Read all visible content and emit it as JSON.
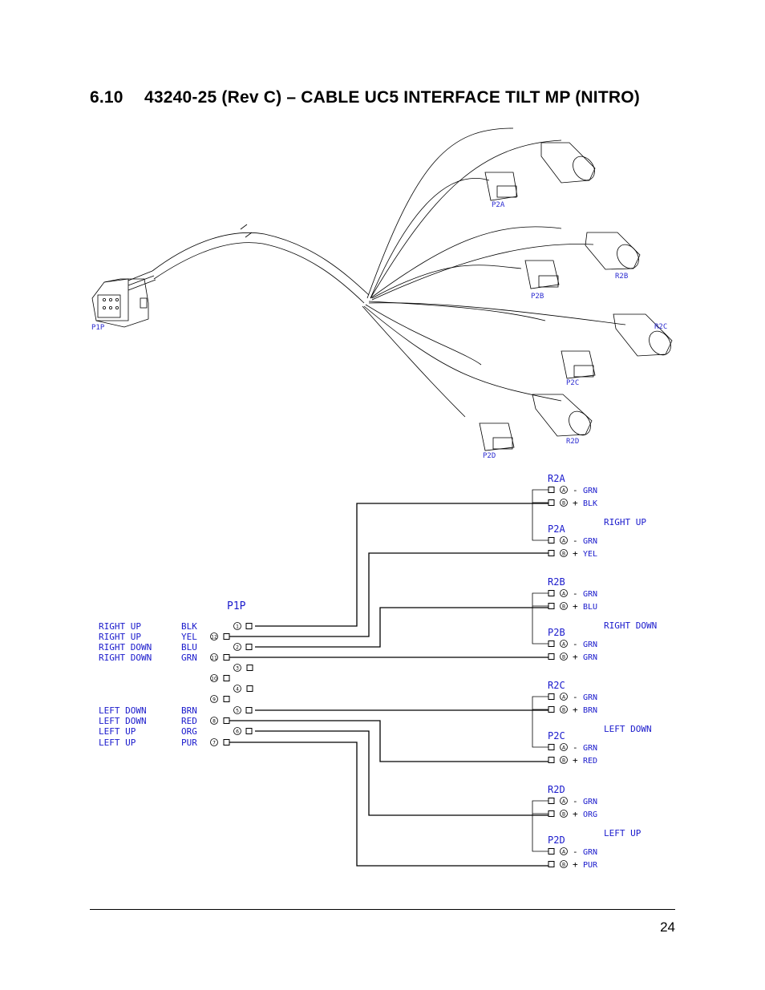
{
  "header": {
    "section_number": "6.10",
    "title_text": "43240-25 (Rev C) – CABLE UC5 INTERFACE TILT MP (NITRO)"
  },
  "illustration": {
    "connector_labels": {
      "p1p": "P1P",
      "p2a": "P2A",
      "p2b": "P2B",
      "r2b": "R2B",
      "p2c": "P2C",
      "r2c": "R2C",
      "p2d": "P2D",
      "r2d": "R2D"
    }
  },
  "schematic": {
    "p1p_title": "P1P",
    "left_rows": [
      {
        "function": "RIGHT UP",
        "color": "BLK",
        "pin": "1"
      },
      {
        "function": "RIGHT UP",
        "color": "YEL",
        "pin": "12"
      },
      {
        "function": "RIGHT DOWN",
        "color": "BLU",
        "pin": "2"
      },
      {
        "function": "RIGHT DOWN",
        "color": "GRN",
        "pin": "11"
      },
      {
        "function": "LEFT DOWN",
        "color": "BRN",
        "pin": "5"
      },
      {
        "function": "LEFT DOWN",
        "color": "RED",
        "pin": "8"
      },
      {
        "function": "LEFT UP",
        "color": "ORG",
        "pin": "6"
      },
      {
        "function": "LEFT UP",
        "color": "PUR",
        "pin": "7"
      }
    ],
    "unused_pins": [
      "3",
      "10",
      "4",
      "9"
    ],
    "connector_groups": [
      {
        "receptacle": "R2A",
        "plug": "P2A",
        "function": "RIGHT UP",
        "receptacle_pins": [
          {
            "pin": "A",
            "sign": "-",
            "color": "GRN"
          },
          {
            "pin": "B",
            "sign": "+",
            "color": "BLK"
          }
        ],
        "plug_pins": [
          {
            "pin": "A",
            "sign": "-",
            "color": "GRN"
          },
          {
            "pin": "B",
            "sign": "+",
            "color": "YEL"
          }
        ]
      },
      {
        "receptacle": "R2B",
        "plug": "P2B",
        "function": "RIGHT DOWN",
        "receptacle_pins": [
          {
            "pin": "A",
            "sign": "-",
            "color": "GRN"
          },
          {
            "pin": "B",
            "sign": "+",
            "color": "BLU"
          }
        ],
        "plug_pins": [
          {
            "pin": "A",
            "sign": "-",
            "color": "GRN"
          },
          {
            "pin": "B",
            "sign": "+",
            "color": "GRN"
          }
        ]
      },
      {
        "receptacle": "R2C",
        "plug": "P2C",
        "function": "LEFT DOWN",
        "receptacle_pins": [
          {
            "pin": "A",
            "sign": "-",
            "color": "GRN"
          },
          {
            "pin": "B",
            "sign": "+",
            "color": "BRN"
          }
        ],
        "plug_pins": [
          {
            "pin": "A",
            "sign": "-",
            "color": "GRN"
          },
          {
            "pin": "B",
            "sign": "+",
            "color": "RED"
          }
        ]
      },
      {
        "receptacle": "R2D",
        "plug": "P2D",
        "function": "LEFT UP",
        "receptacle_pins": [
          {
            "pin": "A",
            "sign": "-",
            "color": "GRN"
          },
          {
            "pin": "B",
            "sign": "+",
            "color": "ORG"
          }
        ],
        "plug_pins": [
          {
            "pin": "A",
            "sign": "-",
            "color": "GRN"
          },
          {
            "pin": "B",
            "sign": "+",
            "color": "PUR"
          }
        ]
      }
    ]
  },
  "footer": {
    "page_number": "24"
  }
}
